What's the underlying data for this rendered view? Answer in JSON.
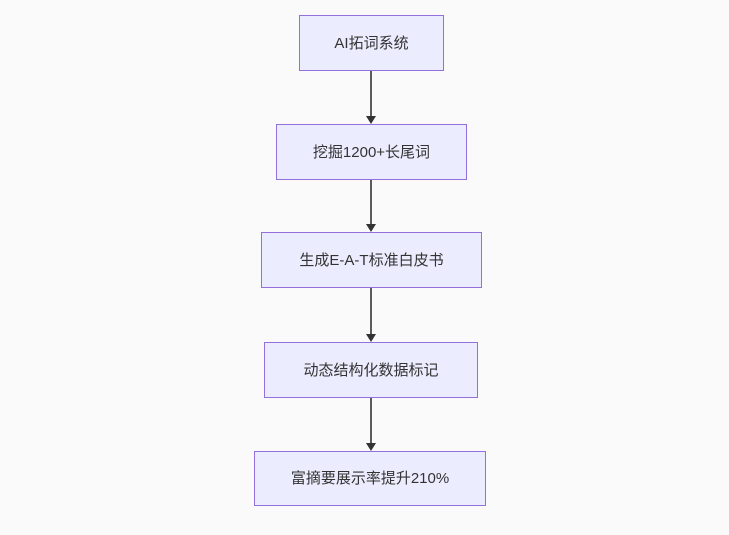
{
  "diagram": {
    "type": "flowchart",
    "direction": "top-down",
    "nodes": [
      {
        "id": "n1",
        "label": "AI拓词系统"
      },
      {
        "id": "n2",
        "label": "挖掘1200+长尾词"
      },
      {
        "id": "n3",
        "label": "生成E-A-T标准白皮书"
      },
      {
        "id": "n4",
        "label": "动态结构化数据标记"
      },
      {
        "id": "n5",
        "label": "富摘要展示率提升210%"
      }
    ],
    "edges": [
      {
        "from": "n1",
        "to": "n2",
        "arrow": "down"
      },
      {
        "from": "n2",
        "to": "n3",
        "arrow": "down"
      },
      {
        "from": "n3",
        "to": "n4",
        "arrow": "down"
      },
      {
        "from": "n4",
        "to": "n5",
        "arrow": "down"
      }
    ],
    "colors": {
      "background": "#fafafa",
      "node_fill": "#ececff",
      "node_border": "#9370db",
      "text": "#333333",
      "edge_line": "#5b5b5b",
      "arrowhead": "#333333"
    }
  }
}
